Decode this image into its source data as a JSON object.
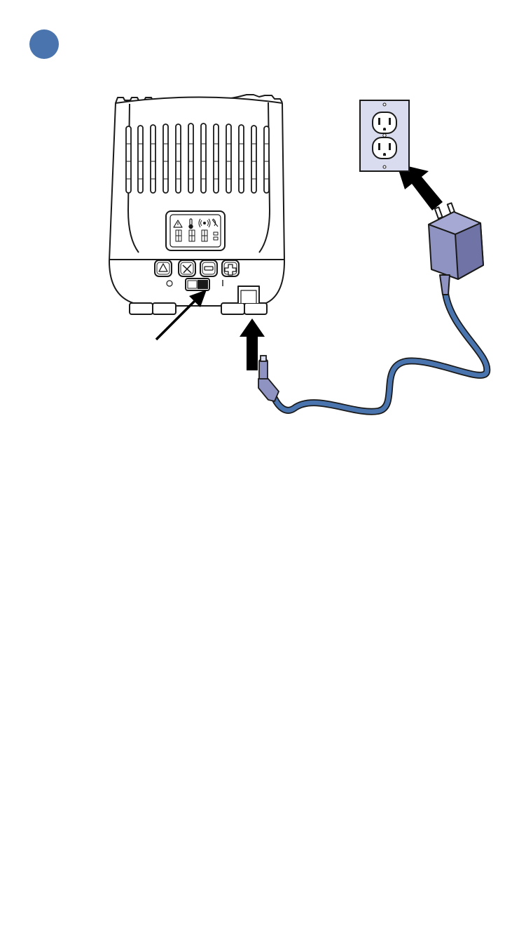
{
  "step_badge": {
    "label": ""
  },
  "colors": {
    "accent": "#4a74ad",
    "cord": "#4a74ad",
    "adapter": "#8f93c2",
    "adapter_dark": "#6f73a6",
    "wallplate": "#d9dcee",
    "outline": "#1a1a1a",
    "arrow": "#000000"
  },
  "icons": [
    "step-number-badge",
    "heater-device",
    "lcd-display",
    "warning-icon",
    "thermometer-icon",
    "wireless-signal-icon",
    "mute-icon",
    "warning-button",
    "settings-button",
    "minus-button",
    "plus-button",
    "power-switch",
    "dc-jack",
    "wall-outlet",
    "power-adapter",
    "power-cord",
    "dc-plug"
  ]
}
